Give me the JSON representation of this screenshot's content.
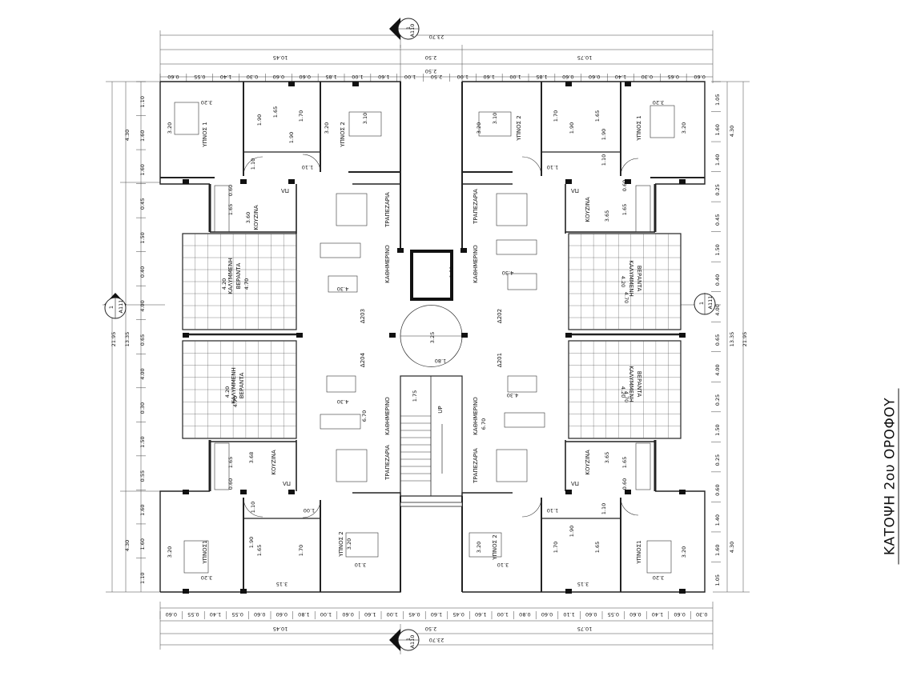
{
  "title": "ΚΑΤΟΨΗ 2ου ΟΡΟΦΟΥ",
  "section_marks": {
    "top": {
      "num": "1",
      "ref": "A110"
    },
    "bottom": {
      "num": "1",
      "ref": "A110"
    },
    "left": {
      "num": "1",
      "ref": "A111"
    },
    "right": {
      "num": "1",
      "ref": "A111"
    }
  },
  "overall_dims": {
    "width_total": "23.70",
    "width_left": "10.45",
    "width_core": "2.50",
    "width_right": "10.75",
    "height_total": "21.95",
    "height_mid": "13.35",
    "height_top_block": "4.30",
    "height_bottom_block": "4.30"
  },
  "top_chain": [
    "0.60",
    "0.55",
    "1.40",
    "0.30",
    "0.60",
    "0.60",
    "1.85",
    "1.00",
    "1.60",
    "1.00",
    "2.50",
    "1.00",
    "1.60",
    "1.00",
    "1.85",
    "0.60",
    "0.60",
    "1.40",
    "0.30",
    "0.65",
    "0.60"
  ],
  "bottom_chain": [
    "0.60",
    "0.55",
    "1.40",
    "0.55",
    "0.60",
    "0.60",
    "1.80",
    "1.00",
    "0.60",
    "1.60",
    "1.00",
    "0.45",
    "1.60",
    "0.45",
    "1.60",
    "1.00",
    "0.80",
    "0.60",
    "1.10",
    "0.60",
    "0.55",
    "0.60",
    "1.40",
    "0.60",
    "0.30"
  ],
  "left_chain": [
    "1.10",
    "1.60",
    "1.60",
    "0.45",
    "1.50",
    "0.40",
    "4.00",
    "0.65",
    "4.00",
    "0.30",
    "1.50",
    "0.55",
    "1.60",
    "1.60",
    "1.10"
  ],
  "right_chain": [
    "1.05",
    "1.60",
    "1.40",
    "0.25",
    "0.45",
    "1.50",
    "0.40",
    "4.00",
    "0.65",
    "4.00",
    "0.25",
    "1.50",
    "0.25",
    "0.60",
    "1.40",
    "1.60",
    "1.05"
  ],
  "apartments": [
    "Δ203",
    "Δ202",
    "Δ204",
    "Δ201"
  ],
  "rooms": {
    "bedroom1": "ΥΠΝΟΣ 1",
    "bedroom1_alt": "ΥΠΝΟΣ1",
    "bedroom2": "ΥΠΝΟΣ 2",
    "kitchen": "ΚΟΥΖΙΝΑ",
    "kitchen_alt": "ΚΟΥΖΙΝΑ",
    "dining": "ΤΡΑΠΕΖΑΡΙΑ",
    "living": "ΚΑΘΗΜΕΡΙΝΟ",
    "veranda_1": "ΚΑΛΥΜΜΕΝΗ",
    "veranda_2": "ΒΕΡΑΝΤΑ",
    "wm": "ΠΛ",
    "up": "UP"
  },
  "room_dims": {
    "b1_w": "3.20",
    "b1_h": "3.20",
    "b2_w": "3.10",
    "b2_h": "3.20",
    "bath_a": "1.90",
    "bath_b": "1.65",
    "bath_c": "1.70",
    "bath_d": "1.90",
    "door_a": "1.10",
    "door_b": "1.10",
    "kit_a": "0.60",
    "kit_b": "1.65",
    "kit_c": "3.60",
    "kit_d": "3.65",
    "kit_e": "3.68",
    "ver_a": "4.20",
    "ver_b": "4.70",
    "liv_a": "4.30",
    "liv_b": "6.70",
    "core_a": "1.80",
    "core_b": "3.25",
    "core_c": "1.80",
    "core_d": "1.75",
    "bot_a": "3.15",
    "bot_b": "1.00",
    "bot_c": "3.10",
    "bot_d": "3.20",
    "top_a": "1.00"
  }
}
